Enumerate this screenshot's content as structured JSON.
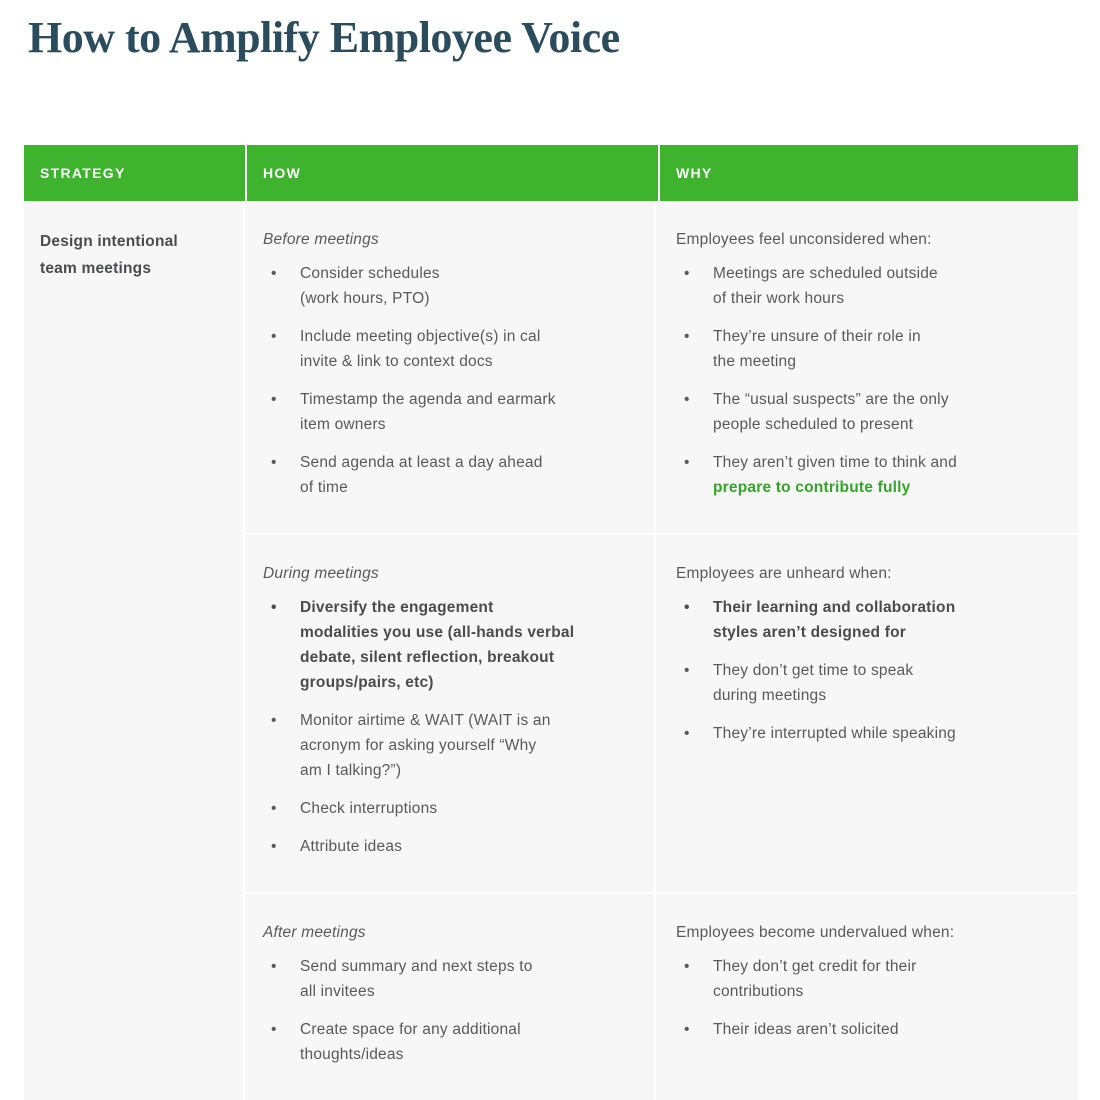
{
  "page": {
    "title": "How to Amplify Employee Voice"
  },
  "colors": {
    "header_green": "#3eb32e",
    "accent_green": "#35a52a",
    "title_navy": "#2b4c5c",
    "body_gray": "#58595b",
    "cell_bg": "#f7f7f7"
  },
  "table": {
    "headers": [
      "STRATEGY",
      "HOW",
      "WHY"
    ],
    "strategy_label": "Design intentional\nteam meetings",
    "rows": [
      {
        "how_title": "Before meetings",
        "how_items": [
          {
            "text": "Consider schedules\n(work hours, PTO)"
          },
          {
            "text": "Include meeting objective(s) in cal\ninvite & link to context docs"
          },
          {
            "text": "Timestamp the agenda and earmark\nitem owners"
          },
          {
            "text": "Send agenda at least a day ahead\nof time"
          }
        ],
        "why_intro": "Employees feel unconsidered when:",
        "why_items": [
          {
            "text": "Meetings are scheduled outside\nof their work hours"
          },
          {
            "text": "They’re unsure of their role in\nthe meeting"
          },
          {
            "text": "The “usual suspects” are the only\npeople scheduled to present"
          },
          {
            "text": "They aren’t given time to think and\n",
            "highlight": "prepare to contribute fully"
          }
        ]
      },
      {
        "how_title": "During meetings",
        "how_items": [
          {
            "text": "Diversify the engagement\nmodalities you use (all-hands verbal\ndebate, silent reflection, breakout\ngroups/pairs, etc)",
            "bold": true
          },
          {
            "text": "Monitor airtime & WAIT (WAIT is an\nacronym for asking yourself “Why\nam I talking?”)"
          },
          {
            "text": "Check interruptions"
          },
          {
            "text": "Attribute ideas"
          }
        ],
        "why_intro": "Employees are unheard when:",
        "why_items": [
          {
            "text": "Their learning and collaboration\nstyles aren’t designed for",
            "bold": true
          },
          {
            "text": "They don’t get time to speak\nduring meetings"
          },
          {
            "text": "They’re interrupted while speaking"
          }
        ]
      },
      {
        "how_title": "After meetings",
        "how_items": [
          {
            "text": "Send summary and next steps to\nall invitees"
          },
          {
            "text": "Create space for any additional\nthoughts/ideas"
          }
        ],
        "why_intro": "Employees become undervalued when:",
        "why_items": [
          {
            "text": "They don’t get credit for their\ncontributions"
          },
          {
            "text": "Their ideas aren’t solicited"
          }
        ]
      }
    ]
  }
}
